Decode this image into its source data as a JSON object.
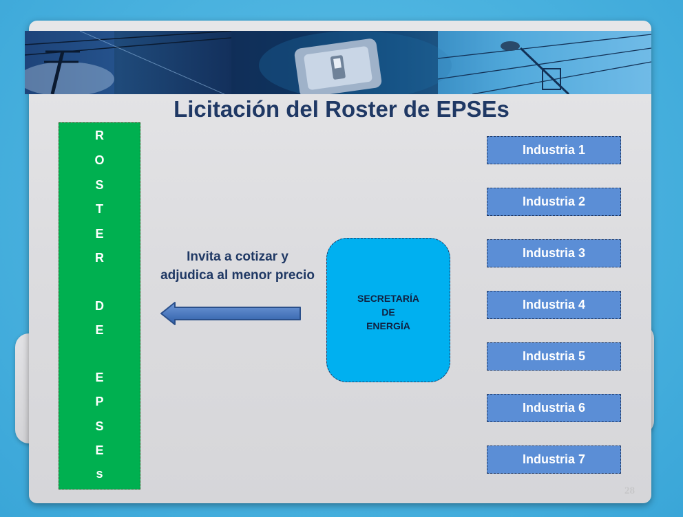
{
  "title": "Licitación del Roster de EPSEs",
  "roster_letters": [
    "R",
    "O",
    "S",
    "T",
    "E",
    "R",
    "D",
    "E",
    "E",
    "P",
    "S",
    "E",
    "s"
  ],
  "action_text": "Invita a cotizar y adjudica al menor precio",
  "secretaria_label": "SECRETARÍA\nDE\nENERGÍA",
  "industries": [
    "Industria 1",
    "Industria 2",
    "Industria 3",
    "Industria 4",
    "Industria 5",
    "Industria 6",
    "Industria 7"
  ],
  "page_number": "28",
  "colors": {
    "background": "#4db4e0",
    "title": "#1f3864",
    "roster": "#00b050",
    "secretaria": "#00b0f0",
    "industry": "#5b8ed6"
  },
  "icons": {
    "arrow": "left-arrow-icon",
    "banner": "power-lines-light-switch-banner"
  }
}
